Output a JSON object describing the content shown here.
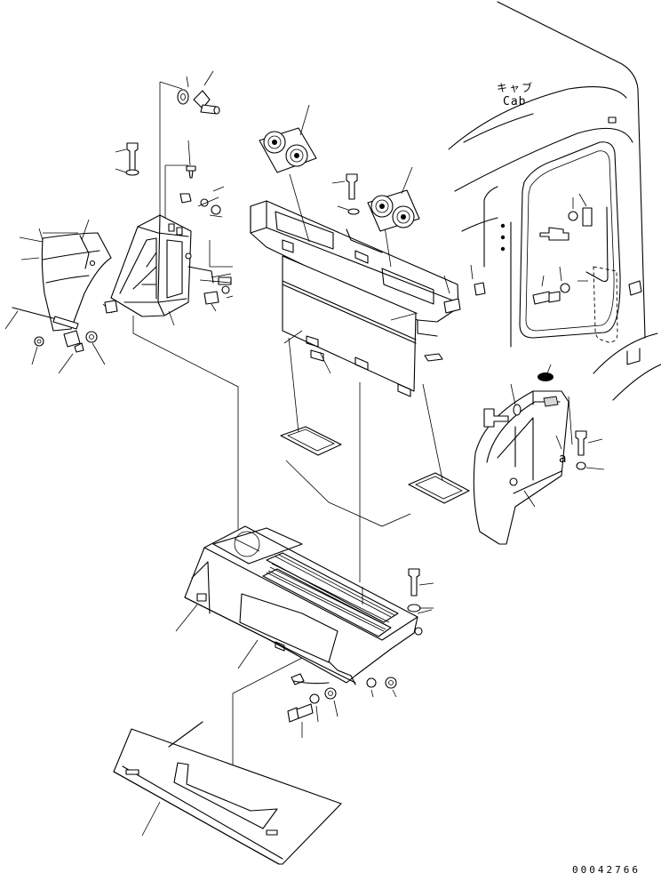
{
  "labels": {
    "cab_jp": "キャブ",
    "cab_en": "Cab",
    "reference_mark": "a",
    "drawing_number": "00042766"
  },
  "colors": {
    "line": "#000000",
    "background": "#ffffff"
  }
}
